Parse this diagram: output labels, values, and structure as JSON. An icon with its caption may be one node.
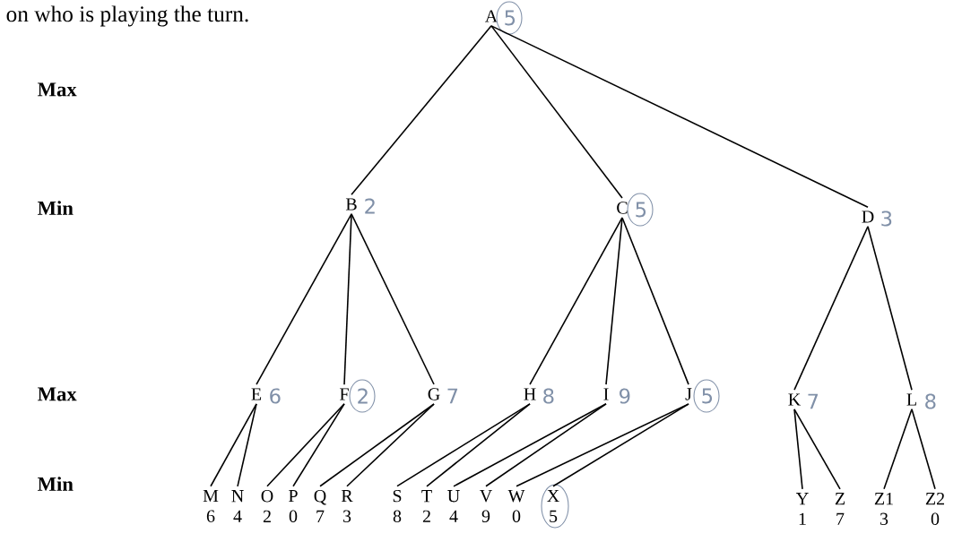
{
  "diagram": {
    "nodes": [
      {
        "text": [
          "A"
        ],
        "beside": [
          "5"
        ]
      },
      {
        "text": [
          "B"
        ],
        "beside": [
          "2"
        ]
      },
      {
        "text": [
          "C"
        ],
        "beside": [
          "5"
        ]
      },
      {
        "text": [
          "D"
        ],
        "beside": [
          "3"
        ]
      },
      {
        "text": [
          "E"
        ],
        "beside": [
          "6"
        ]
      },
      {
        "text": [
          "F"
        ],
        "beside": [
          "2"
        ]
      },
      {
        "text": [
          "G"
        ],
        "beside": [
          "7"
        ]
      },
      {
        "text": [
          "H"
        ],
        "beside": [
          "8"
        ]
      },
      {
        "text": [
          "I"
        ],
        "beside": [
          "9"
        ]
      },
      {
        "text": [
          "J"
        ],
        "beside": [
          "5"
        ]
      },
      {
        "text": [
          "K"
        ],
        "beside": [
          "7"
        ]
      },
      {
        "text": [
          "L"
        ],
        "beside": [
          "8"
        ]
      },
      {
        "text": [
          "M",
          "6"
        ]
      },
      {
        "text": [
          "N",
          "4"
        ]
      },
      {
        "text": [
          "O",
          "2"
        ]
      },
      {
        "text": [
          "P",
          "0"
        ]
      },
      {
        "text": [
          "Q",
          "7"
        ]
      },
      {
        "text": [
          "R",
          "3"
        ]
      },
      {
        "text": [
          "S",
          "8"
        ]
      },
      {
        "text": [
          "T",
          "2"
        ]
      },
      {
        "text": [
          "U",
          "4"
        ]
      },
      {
        "text": [
          "V",
          "9"
        ]
      },
      {
        "text": [
          "W",
          "0"
        ]
      },
      {
        "text": [
          "X",
          "5"
        ]
      },
      {
        "text": [
          "Y",
          "1"
        ]
      },
      {
        "text": [
          "Z",
          "7"
        ]
      },
      {
        "text": [
          "Z1",
          "3"
        ]
      },
      {
        "text": [
          "Z2",
          "0"
        ]
      }
    ],
    "edges": [
      {
        "from": 0,
        "to": 1,
        "arrow": "none"
      },
      {
        "from": 0,
        "to": 2,
        "arrow": "none"
      },
      {
        "from": 0,
        "to": 3,
        "arrow": "none"
      },
      {
        "from": 1,
        "to": 4,
        "arrow": "none"
      },
      {
        "from": 1,
        "to": 5,
        "arrow": "none"
      },
      {
        "from": 1,
        "to": 6,
        "arrow": "none"
      },
      {
        "from": 2,
        "to": 7,
        "arrow": "none"
      },
      {
        "from": 2,
        "to": 8,
        "arrow": "none"
      },
      {
        "from": 2,
        "to": 9,
        "arrow": "none"
      },
      {
        "from": 3,
        "to": 10,
        "arrow": "none"
      },
      {
        "from": 3,
        "to": 11,
        "arrow": "none"
      },
      {
        "from": 4,
        "to": 12,
        "arrow": "none"
      },
      {
        "from": 4,
        "to": 13,
        "arrow": "none"
      },
      {
        "from": 5,
        "to": 14,
        "arrow": "none"
      },
      {
        "from": 5,
        "to": 15,
        "arrow": "none"
      },
      {
        "from": 6,
        "to": 16,
        "arrow": "none"
      },
      {
        "from": 6,
        "to": 17,
        "arrow": "none"
      },
      {
        "from": 7,
        "to": 18,
        "arrow": "none"
      },
      {
        "from": 7,
        "to": 19,
        "arrow": "none"
      },
      {
        "from": 8,
        "to": 20,
        "arrow": "none"
      },
      {
        "from": 8,
        "to": 21,
        "arrow": "none"
      },
      {
        "from": 9,
        "to": 22,
        "arrow": "none"
      },
      {
        "from": 9,
        "to": 23,
        "arrow": "none"
      },
      {
        "from": 10,
        "to": 24,
        "arrow": "none"
      },
      {
        "from": 10,
        "to": 25,
        "arrow": "none"
      },
      {
        "from": 11,
        "to": 26,
        "arrow": "none"
      },
      {
        "from": 11,
        "to": 27,
        "arrow": "none"
      }
    ],
    "labels": [
      "on who is playing the turn.",
      "Max",
      "Min",
      "Max",
      "Min"
    ]
  }
}
